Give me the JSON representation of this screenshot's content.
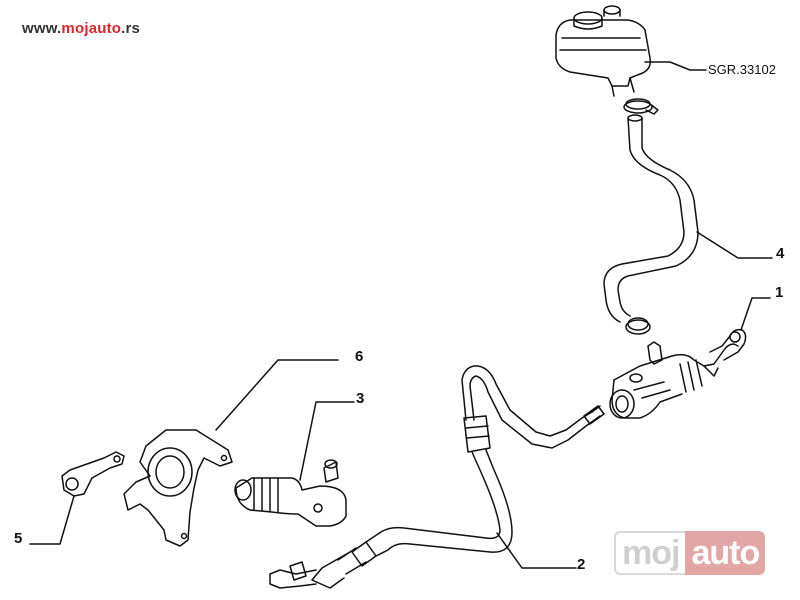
{
  "site": {
    "url_prefix": "www.",
    "url_accent": "mojauto",
    "url_suffix": ".rs"
  },
  "reference": {
    "code": "SGR.33102"
  },
  "callouts": {
    "part_1": "1",
    "part_2": "2",
    "part_3": "3",
    "part_4": "4",
    "part_5": "5",
    "part_6": "6"
  },
  "watermark": {
    "left": "moj",
    "right": "auto"
  },
  "colors": {
    "line": "#111111",
    "accent": "#d9262b",
    "watermark_bg": "#e2a6a6"
  }
}
